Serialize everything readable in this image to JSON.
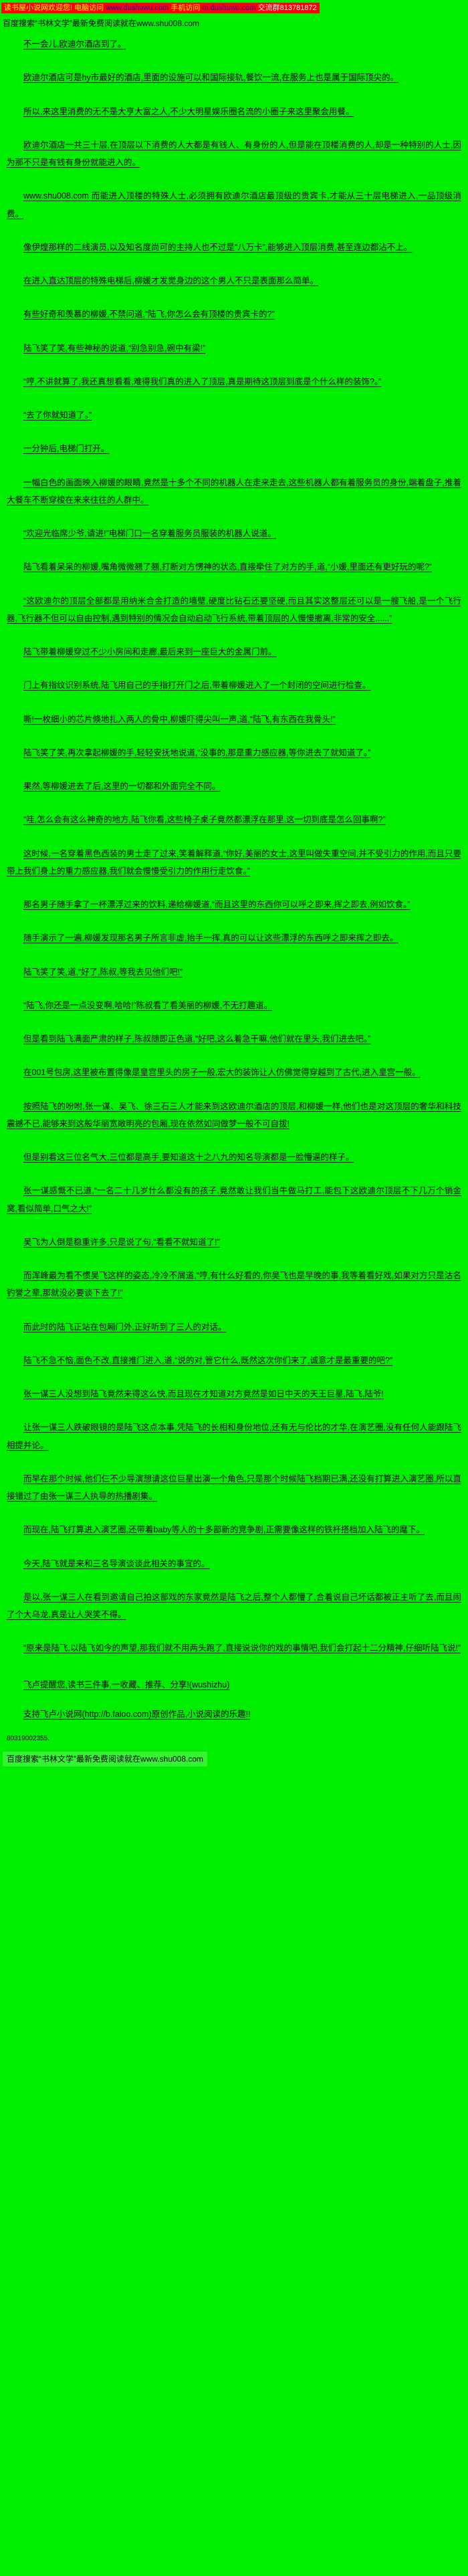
{
  "colors": {
    "page_bg": "#00ee00",
    "top_bar_bg": "#ff0000",
    "top_bar_text": "#ffff00",
    "link_blue": "#0000cc",
    "body_text": "#000000",
    "bottom_bar_bg": "#33f333"
  },
  "top_bar": {
    "welcome": "读书屋小说网欢迎您!",
    "pc_label": "电脑访问",
    "pc_url": "www.dushuwu.com",
    "mobile_label": " 手机访问",
    "mobile_url": "m.dushuwu.com",
    "group_label": " 交流群813781872"
  },
  "promo_line": "百度搜索“书林文学”最新免费阅读就在www.shu008.com",
  "novel": {
    "paragraphs": [
      "不一会儿,欧迪尔酒店到了。",
      "欧迪尔酒店可是hy市最好的酒店,里面的设施可以和国际接轨,餐饮一流,在服务上也是属于国际顶尖的。",
      "所以,来这里消费的无不是大亨大富之人,不少大明星娱乐圈名流的小圈子来这里聚会用餐。",
      "欧迪尔酒店一共三十层,在顶层以下消费的人大都是有钱人、有身份的人,但是能在顶楼消费的人,却是一种特别的人士,因为那不只是有钱有身份就能进入的。",
      "www.shu008.com 而能进入顶楼的特殊人士,必须拥有欧迪尔酒店最顶级的贵宾卡,才能从三十层电梯进入,一品顶级消费。",
      "像伊煌那样的二线演员,以及知名度尚可的主持人也不过是“八万卡”,能够进入顶层消费,甚至连边都沾不上。",
      "在进入直达顶层的特殊电梯后,柳媛才发觉身边的这个男人不只是表面那么简单。",
      "有些好奇和羡慕的柳媛,不禁问道,“陆飞,你怎么会有顶楼的贵宾卡的?”",
      "陆飞笑了笑,有些神秘的说道,“别急别急,碗中有梁!”",
      "“哼,不讲就算了,我还真想看看,难得我们真的进入了顶层,真是期待这顶层到底是个什么样的装饰?。”",
      "“去了你就知道了。”",
      "一分钟后,电梯门打开。",
      "一幅白色的画面映入柳媛的眼睛,竟然是十多个不同的机器人在走来走去,这些机器人都有着服务员的身份,端着盘子,推着大餐车不断穿梭在来来往往的人群中。",
      "“欢迎光临席少爷,请进!”电梯门口一名穿着服务员服装的机器人说道。",
      "陆飞看着呆呆的柳媛,嘴角微微翘了翘,打断对方愣神的状态,直接牵住了对方的手,道,“小媛,里面还有更好玩的呢?”",
      "“这欧迪尔的顶层全部都是用纳米合金打造的墙壁,硬度比钻石还要坚硬,而且其实这整层还可以是一艘飞船,是一个飞行器,飞行器不但可以自由控制,遇到特别的情况会自动启动飞行系统,带着顶层的人慢慢撤离,非常的安全......”",
      "陆飞带着柳媛穿过不少小房间和走廊,最后来到一座巨大的金属门前。",
      "门上有指纹识别系统,陆飞用自己的手指打开门之后,带着柳媛进入了一个封闭的空间进行检查。",
      "嘶!一枚细小的芯片倏地扎入两人的骨中,柳媛吓得尖叫一声,道,“陆飞,有东西在我骨头!”",
      "陆飞笑了笑,再次拿起柳媛的手,轻轻安抚地说道,“没事的,那是重力感应器,等你进去了就知道了。”",
      "果然,等柳媛进去了后,这里的一切都和外面完全不同。",
      "“哇,怎么会有这么神奇的地方,陆飞你看,这些椅子桌子竟然都漂浮在那里,这一切到底是怎么回事啊?”",
      "这时候,一名穿着黑色西装的男士走了过来,笑着解释道,“你好,美丽的女士,这里叫做失重空间,并不受引力的作用,而且只要带上我们身上的重力感应器,我们就会慢慢受引力的作用行走饮食。”",
      "那名男子随手拿了一杯漂浮过来的饮料,递给柳媛道,“而且这里的东西你可以呼之即来,挥之即去,例如饮食。”",
      "随手演示了一遍,柳媛发现那名男子所言非虚,抬手一挥,真的可以让这些漂浮的东西呼之即来挥之即去。",
      "陆飞笑了笑,道,“好了,陈叔,等我去见他们吧!”",
      "“陆飞,你还是一点没变啊,哈哈!”陈叔看了看美丽的柳媛,不无打趣道。",
      "但是看到陆飞满面严肃的样子,陈叔随即正色道,“好吧,这么着急干嘛,他们就在里头,我们进去吧。”",
      "在001号包房,这里被布置得像是皇宫里头的房子一般,宏大的装饰让人仿佛觉得穿越到了古代,进入皇宫一般。",
      "按照陆飞的吩咐,张一谋、吴飞、徐三石三人才能来到这欧迪尔酒店的顶层,和柳媛一样,他们也是对这顶层的奢华和科技震撼不已,能够来到这般华丽宽敞明亮的包厢,现在依然如同做梦一般不可自拔!",
      "但是别看这三位名气大,三位都是高手,要知道这十之八九的知名导演都是一脸懵逼的样子。",
      "张一谋感慨不已道,“一名二十几岁什么都没有的孩子,竟然敢让我们当牛做马打工,能包下这欧迪尔顶层不下几万个销金窝,看似简单,口气之大!”",
      "吴飞为人倒是稳重许多,只是说了句,“看看不就知道了!”",
      "而浑峰最为看不惯吴飞这样的姿态,冷冷不屑道,“哼,有什么好看的,你吴飞也是早晚的事,我等着看好戏,如果对方只是沽名钓誉之辈,那就没必要谈下去了!”",
      "而此时的陆飞正站在包厢门外,正好听到了三人的对话。",
      "陆飞不急不恼,面色不改,直接推门进入,道,“说的对,管它什么,既然这次你们来了,诚意才是最重要的吧?”",
      "张一谋三人没想到陆飞竟然来得这么快,而且现在才知道对方竟然是如日中天的天王巨星,陆飞,陆爷!",
      "让张一谋三人跌破眼镜的是陆飞这点本事,凭陆飞的长相和身份地位,还有无与伦比的才华,在演艺圈,没有任何人能跟陆飞相提并论。",
      "而早在那个时候,他们仨不少导演想请这位巨星出演一个角色,只是那个时候陆飞档期已满,还没有打算进入演艺圈,所以直接错过了由张一谋三人执导的热播剧集。",
      "而现在,陆飞打算进入演艺圈,还带着baby等人的十多部新的竞争剧,正需要像这样的铁杆搭档加入陆飞的麾下。",
      "今天,陆飞就是来和三名导演谈谈此相关的事宜的。",
      "是以,张一谋三人在看到邀请自己拍这部戏的东家竟然是陆飞之后,整个人都懵了,合着说自己坏话都被正主听了去,而且闹了个大乌龙,真是让人哭笑不得。",
      "“原来是陆飞,以陆飞如今的声望,那我们就不用两头跑了,直接说说你的戏的事情吧,我们会打起十二分精神,仔细听陆飞说!”"
    ]
  },
  "footer": {
    "reminder": "飞卢提醒您,读书三件事,一收藏、推荐、分享!(wushizhu)",
    "support": "支持飞卢小说网(http://b.faloo.com)原创作品,小说阅读的乐趣!!",
    "code": "80319002355.",
    "bottom_promo": "百度搜索“书林文学”最新免费阅读就在www.shu008.com"
  }
}
